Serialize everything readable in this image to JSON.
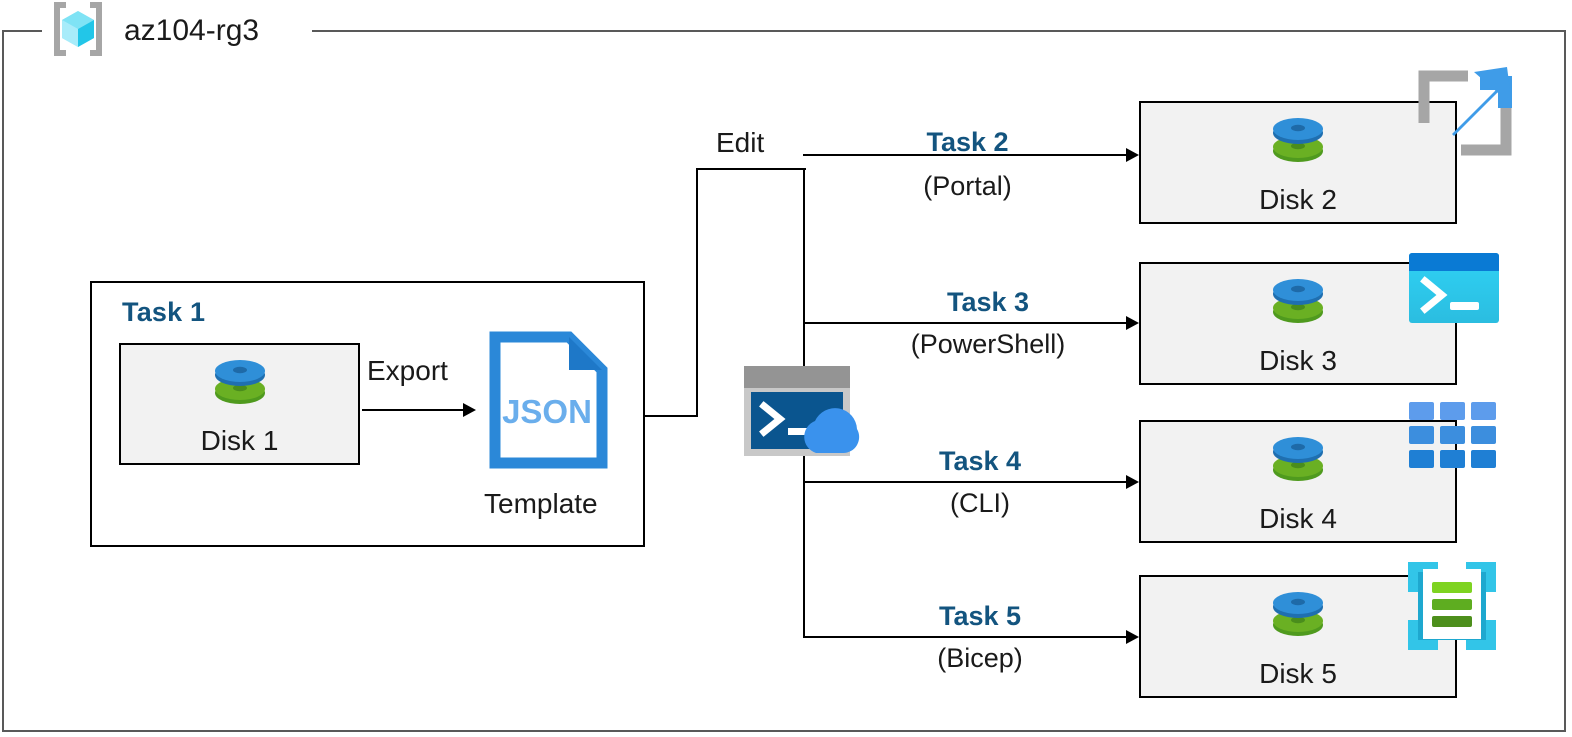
{
  "resource_group": {
    "name": "az104-rg3",
    "icon": "azure-resource-group-icon"
  },
  "task1": {
    "label": "Task 1",
    "source_disk": {
      "caption": "Disk 1",
      "icon": "managed-disk-icon"
    },
    "export_label": "Export",
    "template": {
      "file_type": "JSON",
      "caption": "Template",
      "icon": "json-file-icon"
    }
  },
  "edit": {
    "label": "Edit",
    "cloud_shell": {
      "icon": "cloud-shell-icon"
    }
  },
  "branches": [
    {
      "task": "Task 2",
      "method": "(Portal)",
      "target": {
        "caption": "Disk 2",
        "icon": "managed-disk-icon"
      },
      "tool_icon": "azure-portal-icon"
    },
    {
      "task": "Task 3",
      "method": "(PowerShell)",
      "target": {
        "caption": "Disk 3",
        "icon": "managed-disk-icon"
      },
      "tool_icon": "powershell-icon"
    },
    {
      "task": "Task 4",
      "method": "(CLI)",
      "target": {
        "caption": "Disk 4",
        "icon": "azure-cli-icon"
      },
      "tool_icon": "azure-cli-icon"
    },
    {
      "task": "Task 5",
      "method": "(Bicep)",
      "target": {
        "caption": "Disk 5",
        "icon": "managed-disk-icon"
      },
      "tool_icon": "bicep-icon"
    }
  ],
  "colors": {
    "accent_blue": "#13547f",
    "frame_gray": "#595959",
    "box_fill": "#f2f2f2",
    "disk_blue": "#2f8fd8",
    "disk_green": "#6ab023",
    "json_blue": "#2b88d8",
    "cloud_blue": "#3a92ed",
    "powershell_cyan": "#2bc8f0",
    "bicep_cyan": "#32c5e8",
    "bicep_green": "#6cc02c"
  }
}
